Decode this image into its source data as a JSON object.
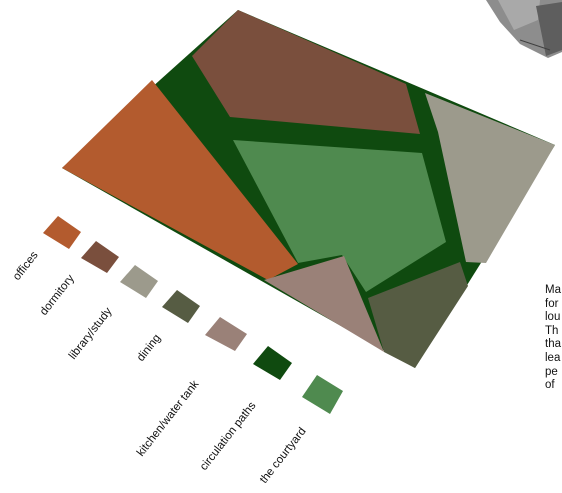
{
  "legend": [
    {
      "label": "offices",
      "color": "#b35b2e"
    },
    {
      "label": "dormitory",
      "color": "#7a4f3d"
    },
    {
      "label": "library/study",
      "color": "#9c9a8c"
    },
    {
      "label": "dining",
      "color": "#565c43"
    },
    {
      "label": "kitchen/water tank",
      "color": "#9a8178"
    },
    {
      "label": "circulation paths",
      "color": "#0f4a0f"
    },
    {
      "label": "the courtyard",
      "color": "#4f8a4f"
    }
  ],
  "side_text_lines": [
    "Ma",
    "for",
    "lou",
    "Th",
    "tha",
    "lea",
    "pe",
    "of"
  ]
}
